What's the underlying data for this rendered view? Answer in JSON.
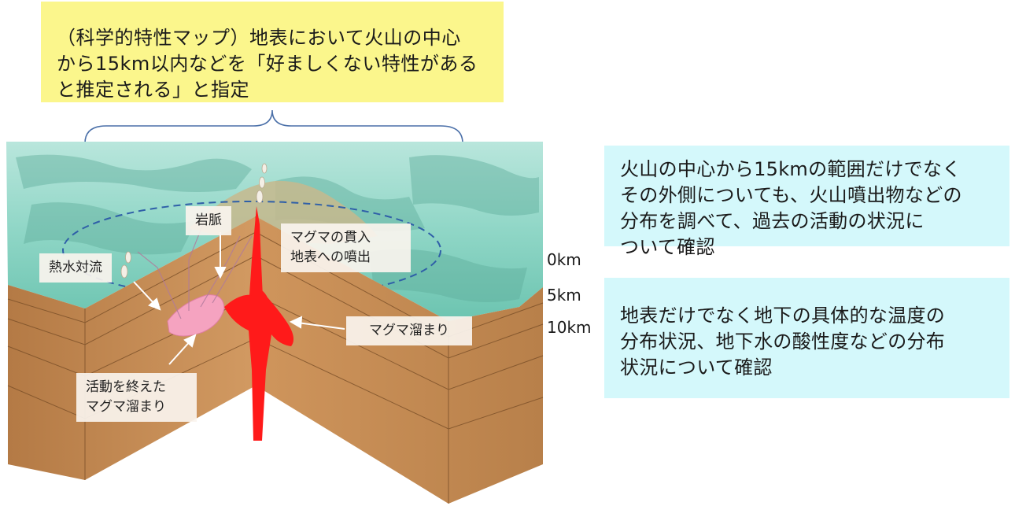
{
  "top_note": {
    "lines": [
      "（科学的特性マップ）地表において火山の中心",
      "から15km以内などを「好ましくない特性がある",
      "と推定される」と指定"
    ]
  },
  "side_note_1": {
    "lines": [
      "火山の中心から15kmの範囲だけでなく",
      "その外側についても、火山噴出物などの",
      "分布を調べて、過去の活動の状況に",
      "ついて確認"
    ]
  },
  "side_note_2": {
    "lines": [
      "地表だけでなく地下の具体的な温度の",
      "分布状況、地下水の酸性度などの分布",
      "状況について確認"
    ]
  },
  "depth_labels": [
    "0km",
    "5km",
    "10km"
  ],
  "diagram_labels": {
    "dike": "岩脈",
    "hydrothermal": "熱水対流",
    "intrusion": [
      "マグマの貫入",
      "地表への噴出"
    ],
    "magma_chamber": "マグマ溜まり",
    "extinct_chamber": [
      "活動を終えた",
      "マグマ溜まり"
    ]
  },
  "colors": {
    "top_note_bg": "#fbf68c",
    "side_note_bg": "#d4f8fb",
    "active_magma": "#ff1a1a",
    "extinct_magma": "#f5a3c0",
    "terrain": "#8fd6c6",
    "strata": "#c98d55",
    "radius_circle": "#2f5fa8"
  }
}
